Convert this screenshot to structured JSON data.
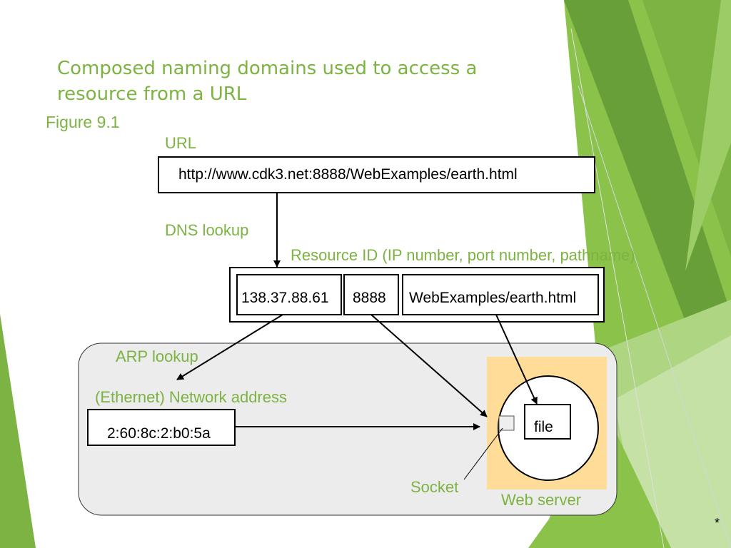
{
  "slide": {
    "title": "Composed naming domains used to access a resource from a URL",
    "figure_ref": "Figure 9.1",
    "footer_mark": "*"
  },
  "diagram": {
    "url_label": "URL",
    "url_value": "http://www.cdk3.net:8888/WebExamples/earth.html",
    "dns_label": "DNS lookup",
    "resource_label": "Resource ID (IP number, port number, pathname)",
    "ip": "138.37.88.61",
    "port": "8888",
    "path": "WebExamples/earth.html",
    "arp_label": "ARP lookup",
    "network_label": "(Ethernet) Network address",
    "mac": "2:60:8c:2:b0:5a",
    "file_label": "file",
    "socket_label": "Socket",
    "server_label": "Web server"
  },
  "colors": {
    "accent_green": "#7cb342",
    "server_fill": "#ffdd99",
    "network_fill": "#ececec"
  }
}
